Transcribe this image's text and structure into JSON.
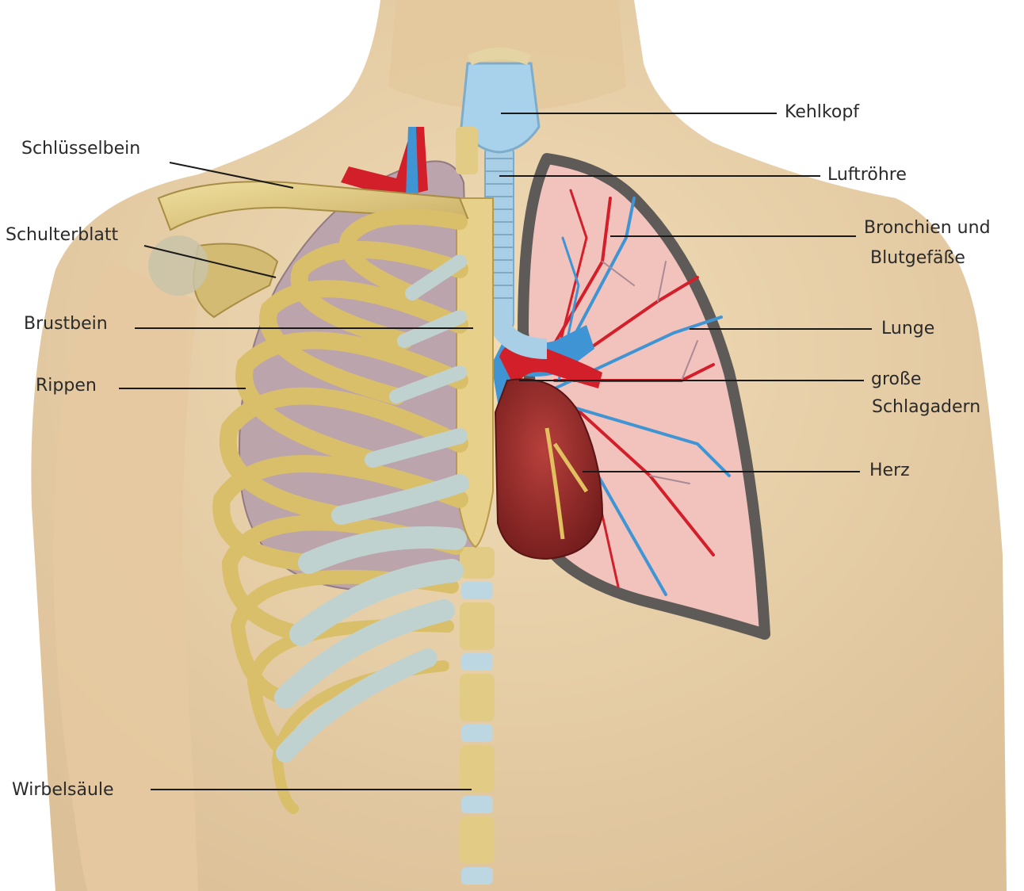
{
  "labels": {
    "kehlkopf": "Kehlkopf",
    "luftroehre": "Luftröhre",
    "bronchien_line1": "Bronchien und",
    "bronchien_line2": "Blutgefäße",
    "lunge": "Lunge",
    "schlagadern_line1": "große",
    "schlagadern_line2": "Schlagadern",
    "herz": "Herz",
    "schluesselbein": "Schlüsselbein",
    "schulterblatt": "Schulterblatt",
    "brustbein": "Brustbein",
    "rippen": "Rippen",
    "wirbelsaeule": "Wirbelsäule"
  },
  "colors": {
    "skin": "#e9cfa2",
    "bone": "#e2cc85",
    "cartilage": "#bfd3d3",
    "lung_left": "#b7a1aa",
    "lung_right": "#f2c2bd",
    "artery": "#d21f2a",
    "vein": "#3f95d3",
    "heart": "#9b2b2a",
    "trachea": "#a9cfe6",
    "leader_line": "#1a1a1a"
  }
}
